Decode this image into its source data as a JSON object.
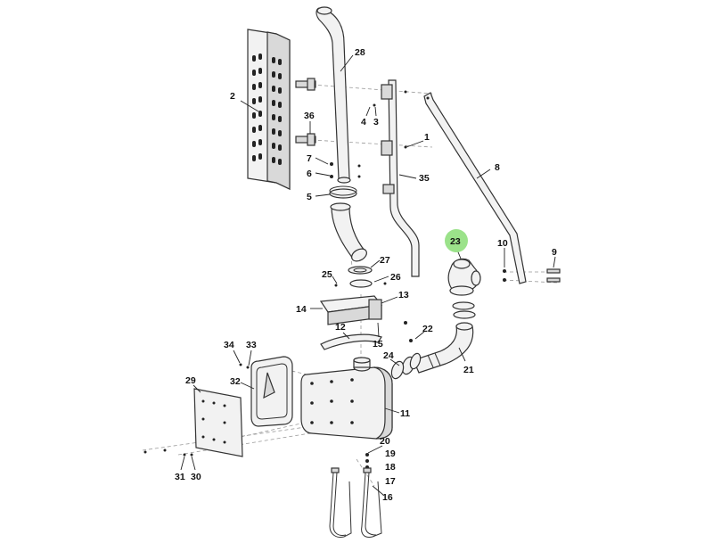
{
  "labels": {
    "p1": "1",
    "p2": "2",
    "p3": "3",
    "p4": "4",
    "p5": "5",
    "p6": "6",
    "p7": "7",
    "p8": "8",
    "p9": "9",
    "p10": "10",
    "p11": "11",
    "p12": "12",
    "p13": "13",
    "p14": "14",
    "p15": "15",
    "p16": "16",
    "p17": "17",
    "p18": "18",
    "p19": "19",
    "p20": "20",
    "p21": "21",
    "p22": "22",
    "p23": "23",
    "p24": "24",
    "p25": "25",
    "p26": "26",
    "p27": "27",
    "p28": "28",
    "p29": "29",
    "p30": "30",
    "p31": "31",
    "p32": "32",
    "p33": "33",
    "p34": "34",
    "p35": "35",
    "p36": "36"
  },
  "highlight": {
    "part": "23",
    "color": "#9be28a"
  }
}
